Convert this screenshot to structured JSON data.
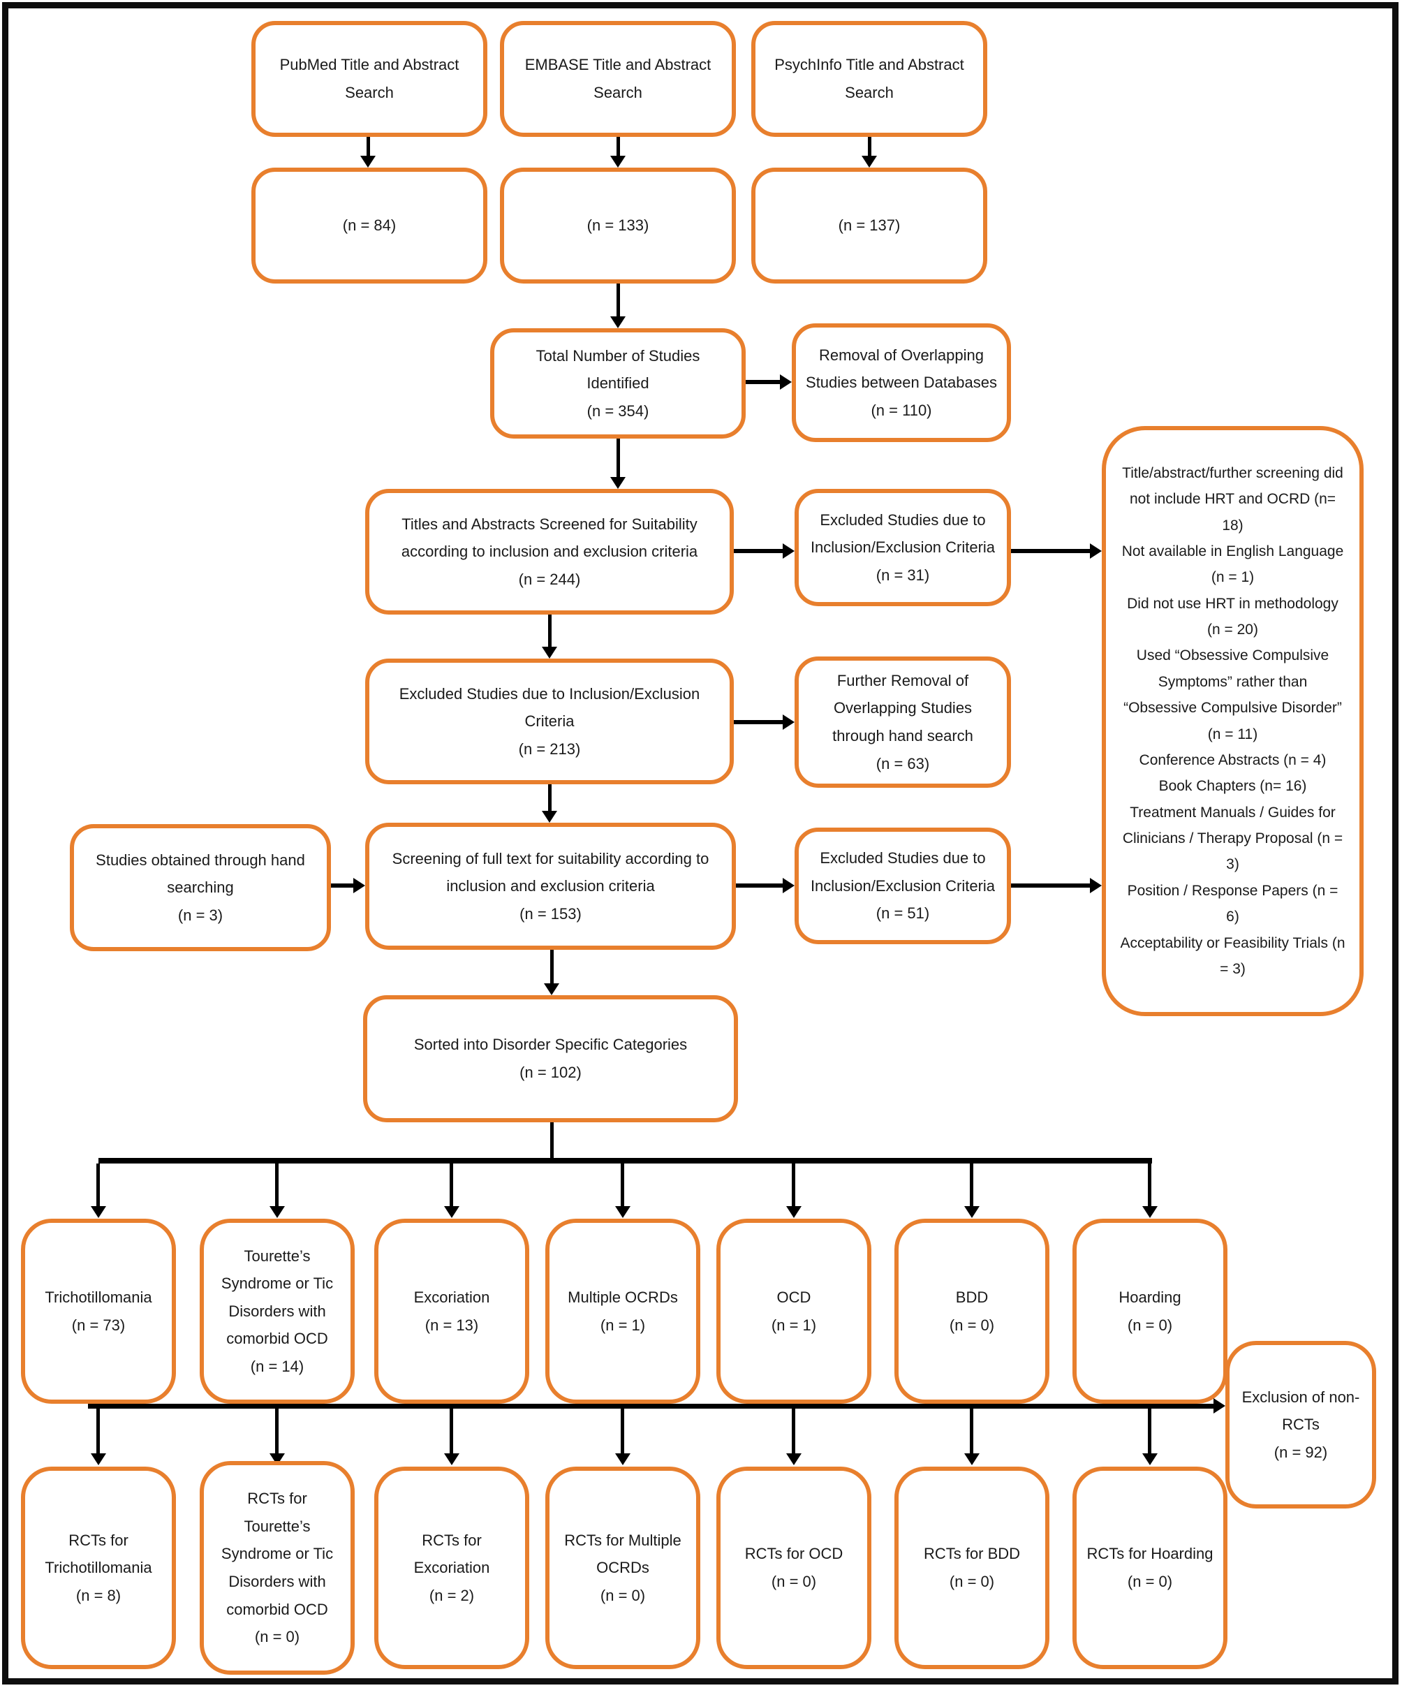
{
  "accent_color": "#E87F2D",
  "line_color": "#000000",
  "boxes": {
    "pubmed_search": {
      "label": "PubMed Title and Abstract Search"
    },
    "pubmed_count": {
      "label": "(n = 84)"
    },
    "embase_search": {
      "label": "EMBASE Title and Abstract Search"
    },
    "embase_count": {
      "label": "(n = 133)"
    },
    "psychinfo_search": {
      "label": "PsychInfo Title and Abstract Search"
    },
    "psychinfo_count": {
      "label": "(n = 137)"
    },
    "total_identified": {
      "label": "Total Number of Studies Identified",
      "count": "(n = 354)"
    },
    "overlap_removal": {
      "label": "Removal of Overlapping Studies between Databases",
      "count": "(n = 110)"
    },
    "title_abstract_screen": {
      "label": "Titles and Abstracts Screened for Suitability according to inclusion and exclusion criteria",
      "count": "(n = 244)"
    },
    "excluded_31": {
      "label": "Excluded Studies due to Inclusion/Exclusion Criteria",
      "count": "(n = 31)"
    },
    "excluded_213": {
      "label": "Excluded Studies due to Inclusion/Exclusion Criteria",
      "count": "(n = 213)"
    },
    "further_overlap_removal": {
      "label": "Further Removal of Overlapping Studies through hand search",
      "count": "(n = 63)"
    },
    "hand_search": {
      "label": "Studies obtained through hand searching",
      "count": "(n = 3)"
    },
    "full_text_screen": {
      "label": "Screening of full text for suitability according to inclusion and exclusion criteria",
      "count": "(n = 153)"
    },
    "excluded_51": {
      "label": "Excluded Studies due to Inclusion/Exclusion Criteria",
      "count": "(n = 51)"
    },
    "sorted_categories": {
      "label": "Sorted into Disorder Specific Categories",
      "count": "(n = 102)"
    },
    "exclusion_non_rcts": {
      "label": "Exclusion of non-RCTs",
      "count": "(n = 92)"
    }
  },
  "exclusion_reasons": [
    "Title/abstract/further screening did not include HRT and OCRD (n= 18)",
    "Not available in English Language (n = 1)",
    "Did not use HRT in methodology (n = 20)",
    "Used “Obsessive Compulsive Symptoms” rather than “Obsessive Compulsive Disorder” (n = 11)",
    "Conference Abstracts (n = 4)",
    "Book Chapters (n= 16)",
    "Treatment Manuals / Guides for Clinicians / Therapy Proposal (n = 3)",
    "Position / Response Papers (n = 6)",
    "Acceptability or Feasibility Trials (n = 3)"
  ],
  "categories": [
    {
      "label": "Trichotillomania",
      "count": "(n = 73)"
    },
    {
      "label": "Tourette’s Syndrome or Tic Disorders with comorbid OCD",
      "count": "(n = 14)"
    },
    {
      "label": "Excoriation",
      "count": "(n = 13)"
    },
    {
      "label": "Multiple OCRDs",
      "count": "(n = 1)"
    },
    {
      "label": "OCD",
      "count": "(n = 1)"
    },
    {
      "label": "BDD",
      "count": "(n = 0)"
    },
    {
      "label": "Hoarding",
      "count": "(n = 0)"
    }
  ],
  "rcts": [
    {
      "label": "RCTs for Trichotillomania",
      "count": "(n = 8)"
    },
    {
      "label": "RCTs for Tourette’s Syndrome or Tic Disorders with comorbid OCD",
      "count": "(n = 0)"
    },
    {
      "label": "RCTs for Excoriation",
      "count": "(n = 2)"
    },
    {
      "label": "RCTs for Multiple OCRDs",
      "count": "(n = 0)"
    },
    {
      "label": "RCTs for OCD",
      "count": "(n = 0)"
    },
    {
      "label": "RCTs for BDD",
      "count": "(n = 0)"
    },
    {
      "label": "RCTs for Hoarding",
      "count": "(n = 0)"
    }
  ]
}
